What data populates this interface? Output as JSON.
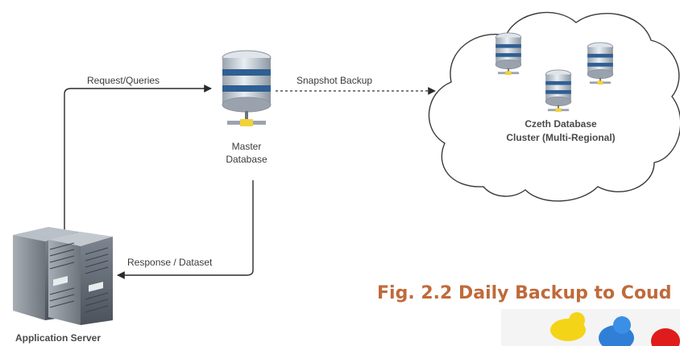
{
  "diagram": {
    "links": {
      "request": "Request/Queries",
      "snapshot": "Snapshot Backup",
      "response": "Response / Dataset"
    },
    "master_db": {
      "line1": "Master",
      "line2": "Database"
    },
    "cluster": {
      "line1": "Czeth Database",
      "line2": "Cluster (Multi-Regional)"
    },
    "app_server": "Application Server"
  },
  "caption": "Fig. 2.2 Daily Backup to Coud",
  "colors": {
    "caption": "#c06a3a",
    "db_stripe": "#2f5f93",
    "arrow": "#2a2a2a"
  }
}
